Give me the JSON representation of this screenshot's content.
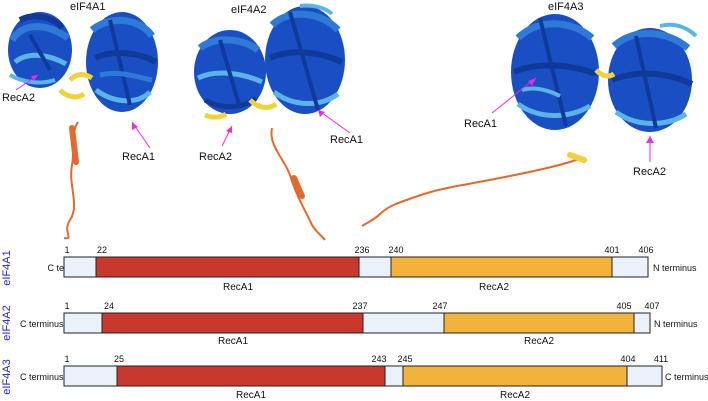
{
  "structures": [
    {
      "title": "eIF4A1",
      "labels": [
        "RecA2",
        "RecA1"
      ]
    },
    {
      "title": "eIF4A2",
      "labels": [
        "RecA2",
        "RecA1"
      ]
    },
    {
      "title": "eIF4A3",
      "labels": [
        "RecA1",
        "RecA2"
      ]
    }
  ],
  "domain_maps": [
    {
      "name": "eIF4A1",
      "left_label": "C terminus",
      "right_label": "N terminus",
      "positions": [
        "1",
        "22",
        "236",
        "240",
        "401",
        "406"
      ],
      "domains": [
        "RecA1",
        "RecA2"
      ]
    },
    {
      "name": "eIF4A2",
      "left_label": "C terminus",
      "right_label": "N terminus",
      "positions": [
        "1",
        "24",
        "237",
        "247",
        "405",
        "407"
      ],
      "domains": [
        "RecA1",
        "RecA2"
      ]
    },
    {
      "name": "eIF4A3",
      "left_label": "C terminus",
      "right_label": "C terminus",
      "positions": [
        "1",
        "25",
        "243",
        "245",
        "404",
        "411"
      ],
      "domains": [
        "RecA1",
        "RecA2"
      ]
    }
  ],
  "colors": {
    "reca1": "#c8382c",
    "reca2": "#f2b33d",
    "linker": "#e9f1fb",
    "arrow": "#e62fd8",
    "side_label": "#2424c8",
    "protein_dark": "#1a4fc4",
    "protein_mid": "#2f7ad8",
    "protein_light": "#5ab4e6",
    "protein_yellow": "#f2d23a",
    "tail_orange": "#e26a2c"
  }
}
